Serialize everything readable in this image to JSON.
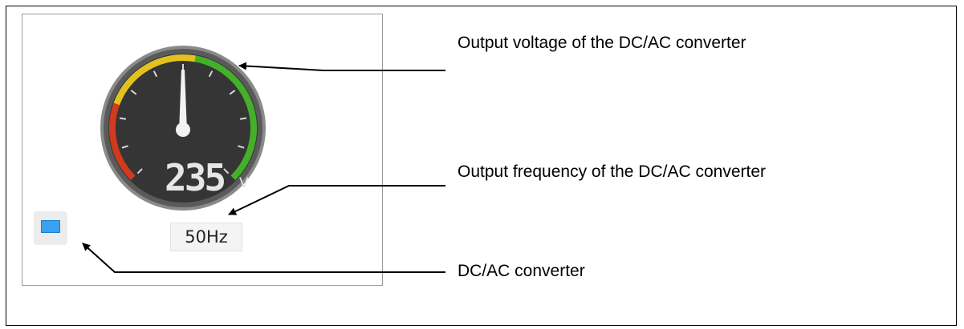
{
  "gauge": {
    "value": "235",
    "unit": "V",
    "frequency": "50Hz",
    "needle_level": 0.5,
    "colors": {
      "dial": "#353535",
      "ring_red": "#d03a1e",
      "ring_yellow": "#e3c21f",
      "ring_green": "#44b02a",
      "bezel": "#8a8a8a"
    }
  },
  "device": {
    "icon": "dc-ac-converter-icon",
    "color": "#3aa0f0"
  },
  "callouts": [
    {
      "label": "Output voltage of the DC/AC converter"
    },
    {
      "label": "Output frequency of the DC/AC converter"
    },
    {
      "label": "DC/AC converter"
    }
  ]
}
